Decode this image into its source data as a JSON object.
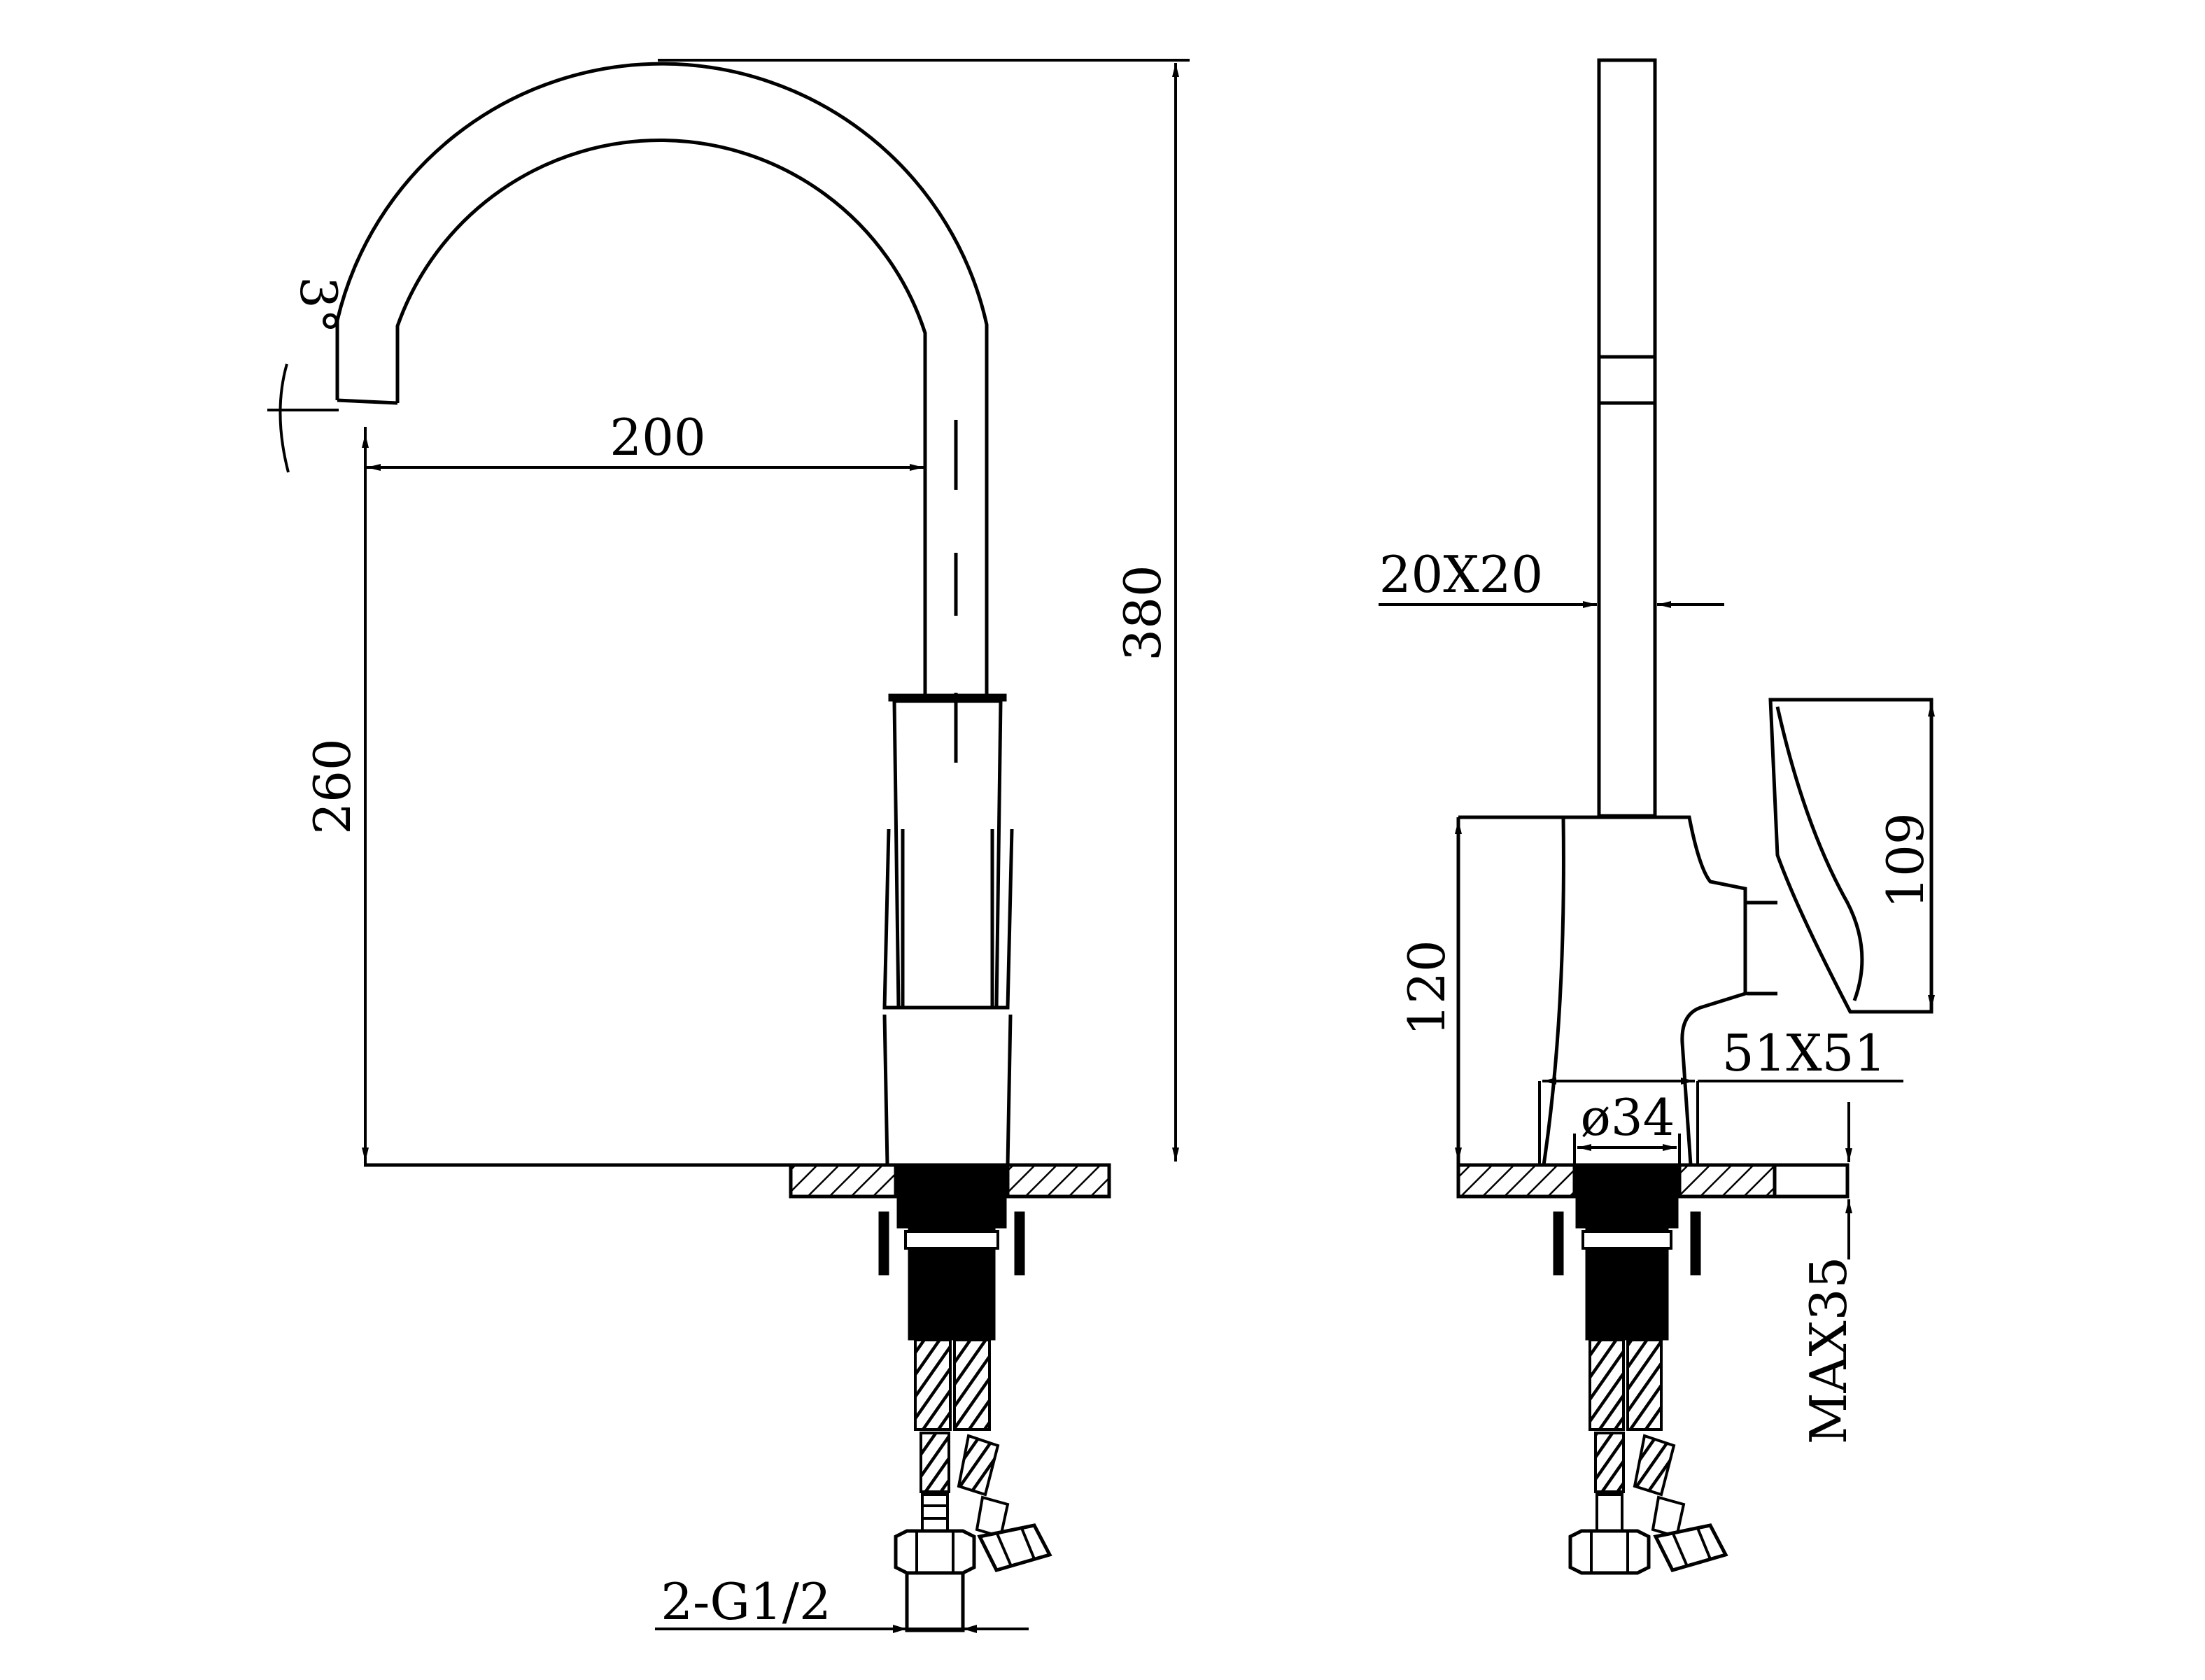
{
  "front_view": {
    "angle_label": "3°",
    "spout_reach_label": "200",
    "total_height_label": "380",
    "spout_height_label": "260",
    "connection_label": "2-G1/2"
  },
  "side_view": {
    "spout_section_label": "20X20",
    "handle_height_label": "109",
    "body_height_label": "120",
    "base_size_label": "51X51",
    "hole_diameter_label": "ø34",
    "deck_thickness_label": "MAX35"
  },
  "colors": {
    "line": "#000000",
    "background": "#ffffff"
  }
}
